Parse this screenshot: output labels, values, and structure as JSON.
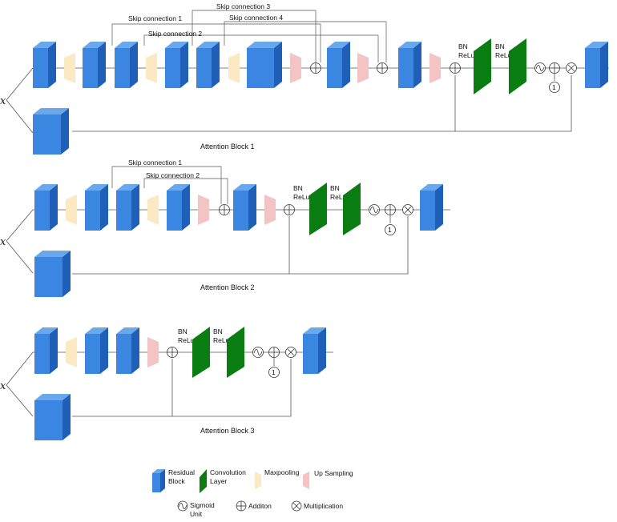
{
  "input_label": "x",
  "blocks": [
    {
      "title": "Attention Block 1",
      "skips": [
        "Skip connection 1",
        "Skip connection 2",
        "Skip connection 3",
        "Skip connection 4"
      ],
      "bn_relu_1": [
        "BN",
        "ReLu"
      ],
      "bn_relu_2": [
        "BN",
        "ReLu"
      ],
      "one": "1"
    },
    {
      "title": "Attention Block 2",
      "skips": [
        "Skip connection 1",
        "Skip connection 2"
      ],
      "bn_relu_1": [
        "BN",
        "ReLu"
      ],
      "bn_relu_2": [
        "BN",
        "ReLu"
      ],
      "one": "1"
    },
    {
      "title": "Attention Block 3",
      "skips": [],
      "bn_relu_1": [
        "BN",
        "ReLu"
      ],
      "bn_relu_2": [
        "BN",
        "ReLu"
      ],
      "one": "1"
    }
  ],
  "legend": {
    "residual": [
      "Residual",
      "Block"
    ],
    "conv": [
      "Convolution",
      "Layer"
    ],
    "maxpool": "Maxpooling",
    "upsample": "Up Sampling",
    "sigmoid": [
      "Sigmoid",
      "Unit"
    ],
    "addition": "Additon",
    "multiplication": "Multiplication"
  },
  "colors": {
    "residual_front": "#3a86e0",
    "residual_side": "#1f5fb8",
    "residual_top": "#6aa8ee",
    "conv": "#0a7d12",
    "maxpool": "#fbe9c4",
    "upsample": "#f4c4c4",
    "line": "#555555"
  }
}
